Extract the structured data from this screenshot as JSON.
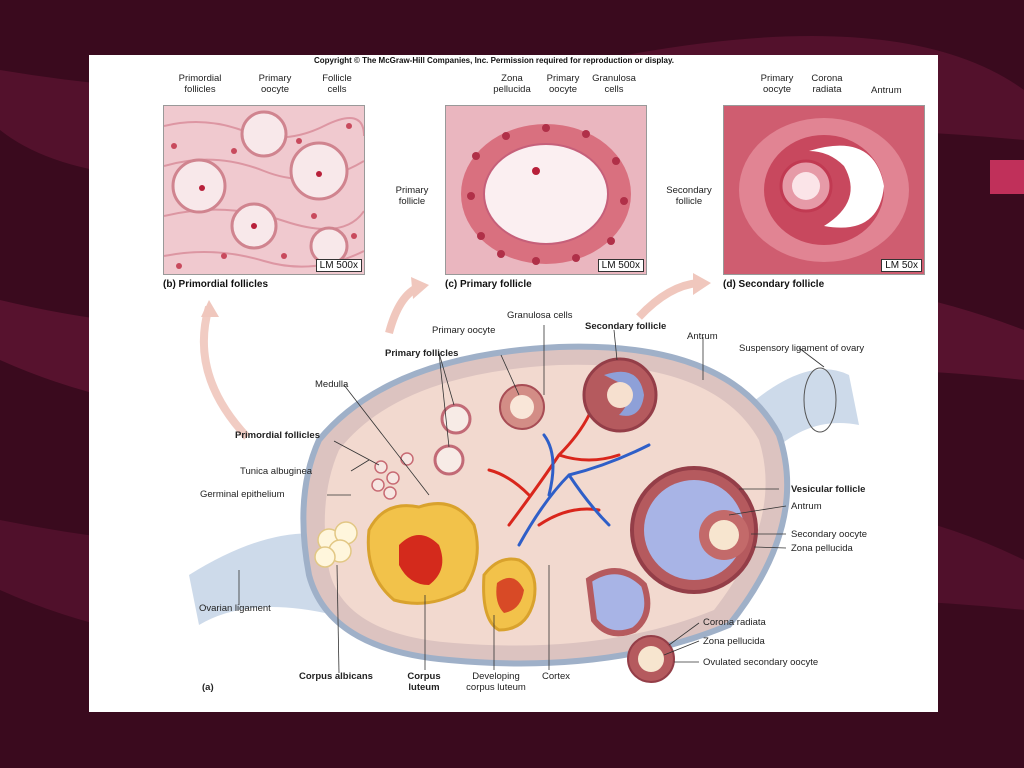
{
  "copyright": "Copyright © The McGraw-Hill Companies, Inc. Permission required for reproduction or display.",
  "panels": {
    "b": {
      "caption": "(b) Primordial follicles",
      "scale": "LM 500x",
      "labels": [
        "Primordial follicles",
        "Primary oocyte",
        "Follicle cells"
      ]
    },
    "c": {
      "caption": "(c) Primary follicle",
      "scale": "LM 500x",
      "labels": [
        "Zona pellucida",
        "Primary oocyte",
        "Granulosa cells",
        "Primary follicle"
      ]
    },
    "d": {
      "caption": "(d) Secondary follicle",
      "scale": "LM 50x",
      "labels": [
        "Primary oocyte",
        "Corona radiata",
        "Antrum",
        "Secondary follicle"
      ]
    }
  },
  "main": {
    "panel_letter": "(a)",
    "labels": {
      "granulosa_cells": "Granulosa cells",
      "primary_oocyte": "Primary oocyte",
      "secondary_follicle": "Secondary follicle",
      "antrum_top": "Antrum",
      "suspensory_ligament": "Suspensory ligament of ovary",
      "primary_follicles": "Primary follicles",
      "medulla": "Medulla",
      "primordial_follicles": "Primordial follicles",
      "tunica_albuginea": "Tunica albuginea",
      "germinal_epithelium": "Germinal epithelium",
      "vesicular_follicle": "Vesicular follicle",
      "antrum_right": "Antrum",
      "secondary_oocyte": "Secondary oocyte",
      "zona_pellucida": "Zona pellucida",
      "ovarian_ligament": "Ovarian ligament",
      "corona_radiata": "Corona radiata",
      "zona_pellucida_2": "Zona pellucida",
      "ovulated_secondary_oocyte": "Ovulated secondary oocyte",
      "corpus_albicans": "Corpus albicans",
      "corpus_luteum": "Corpus luteum",
      "developing_corpus_luteum": "Developing corpus luteum",
      "cortex": "Cortex"
    }
  },
  "colors": {
    "background": "#3a0a1e",
    "slide": "#ffffff",
    "tissue_pink": "#f1c7cd",
    "cell_red": "#c83a4e",
    "corpus_luteum": "#f2c24a",
    "antrum_blue": "#a8b4e6",
    "vessel_red": "#d9261c",
    "vessel_blue": "#2f5fc8"
  }
}
